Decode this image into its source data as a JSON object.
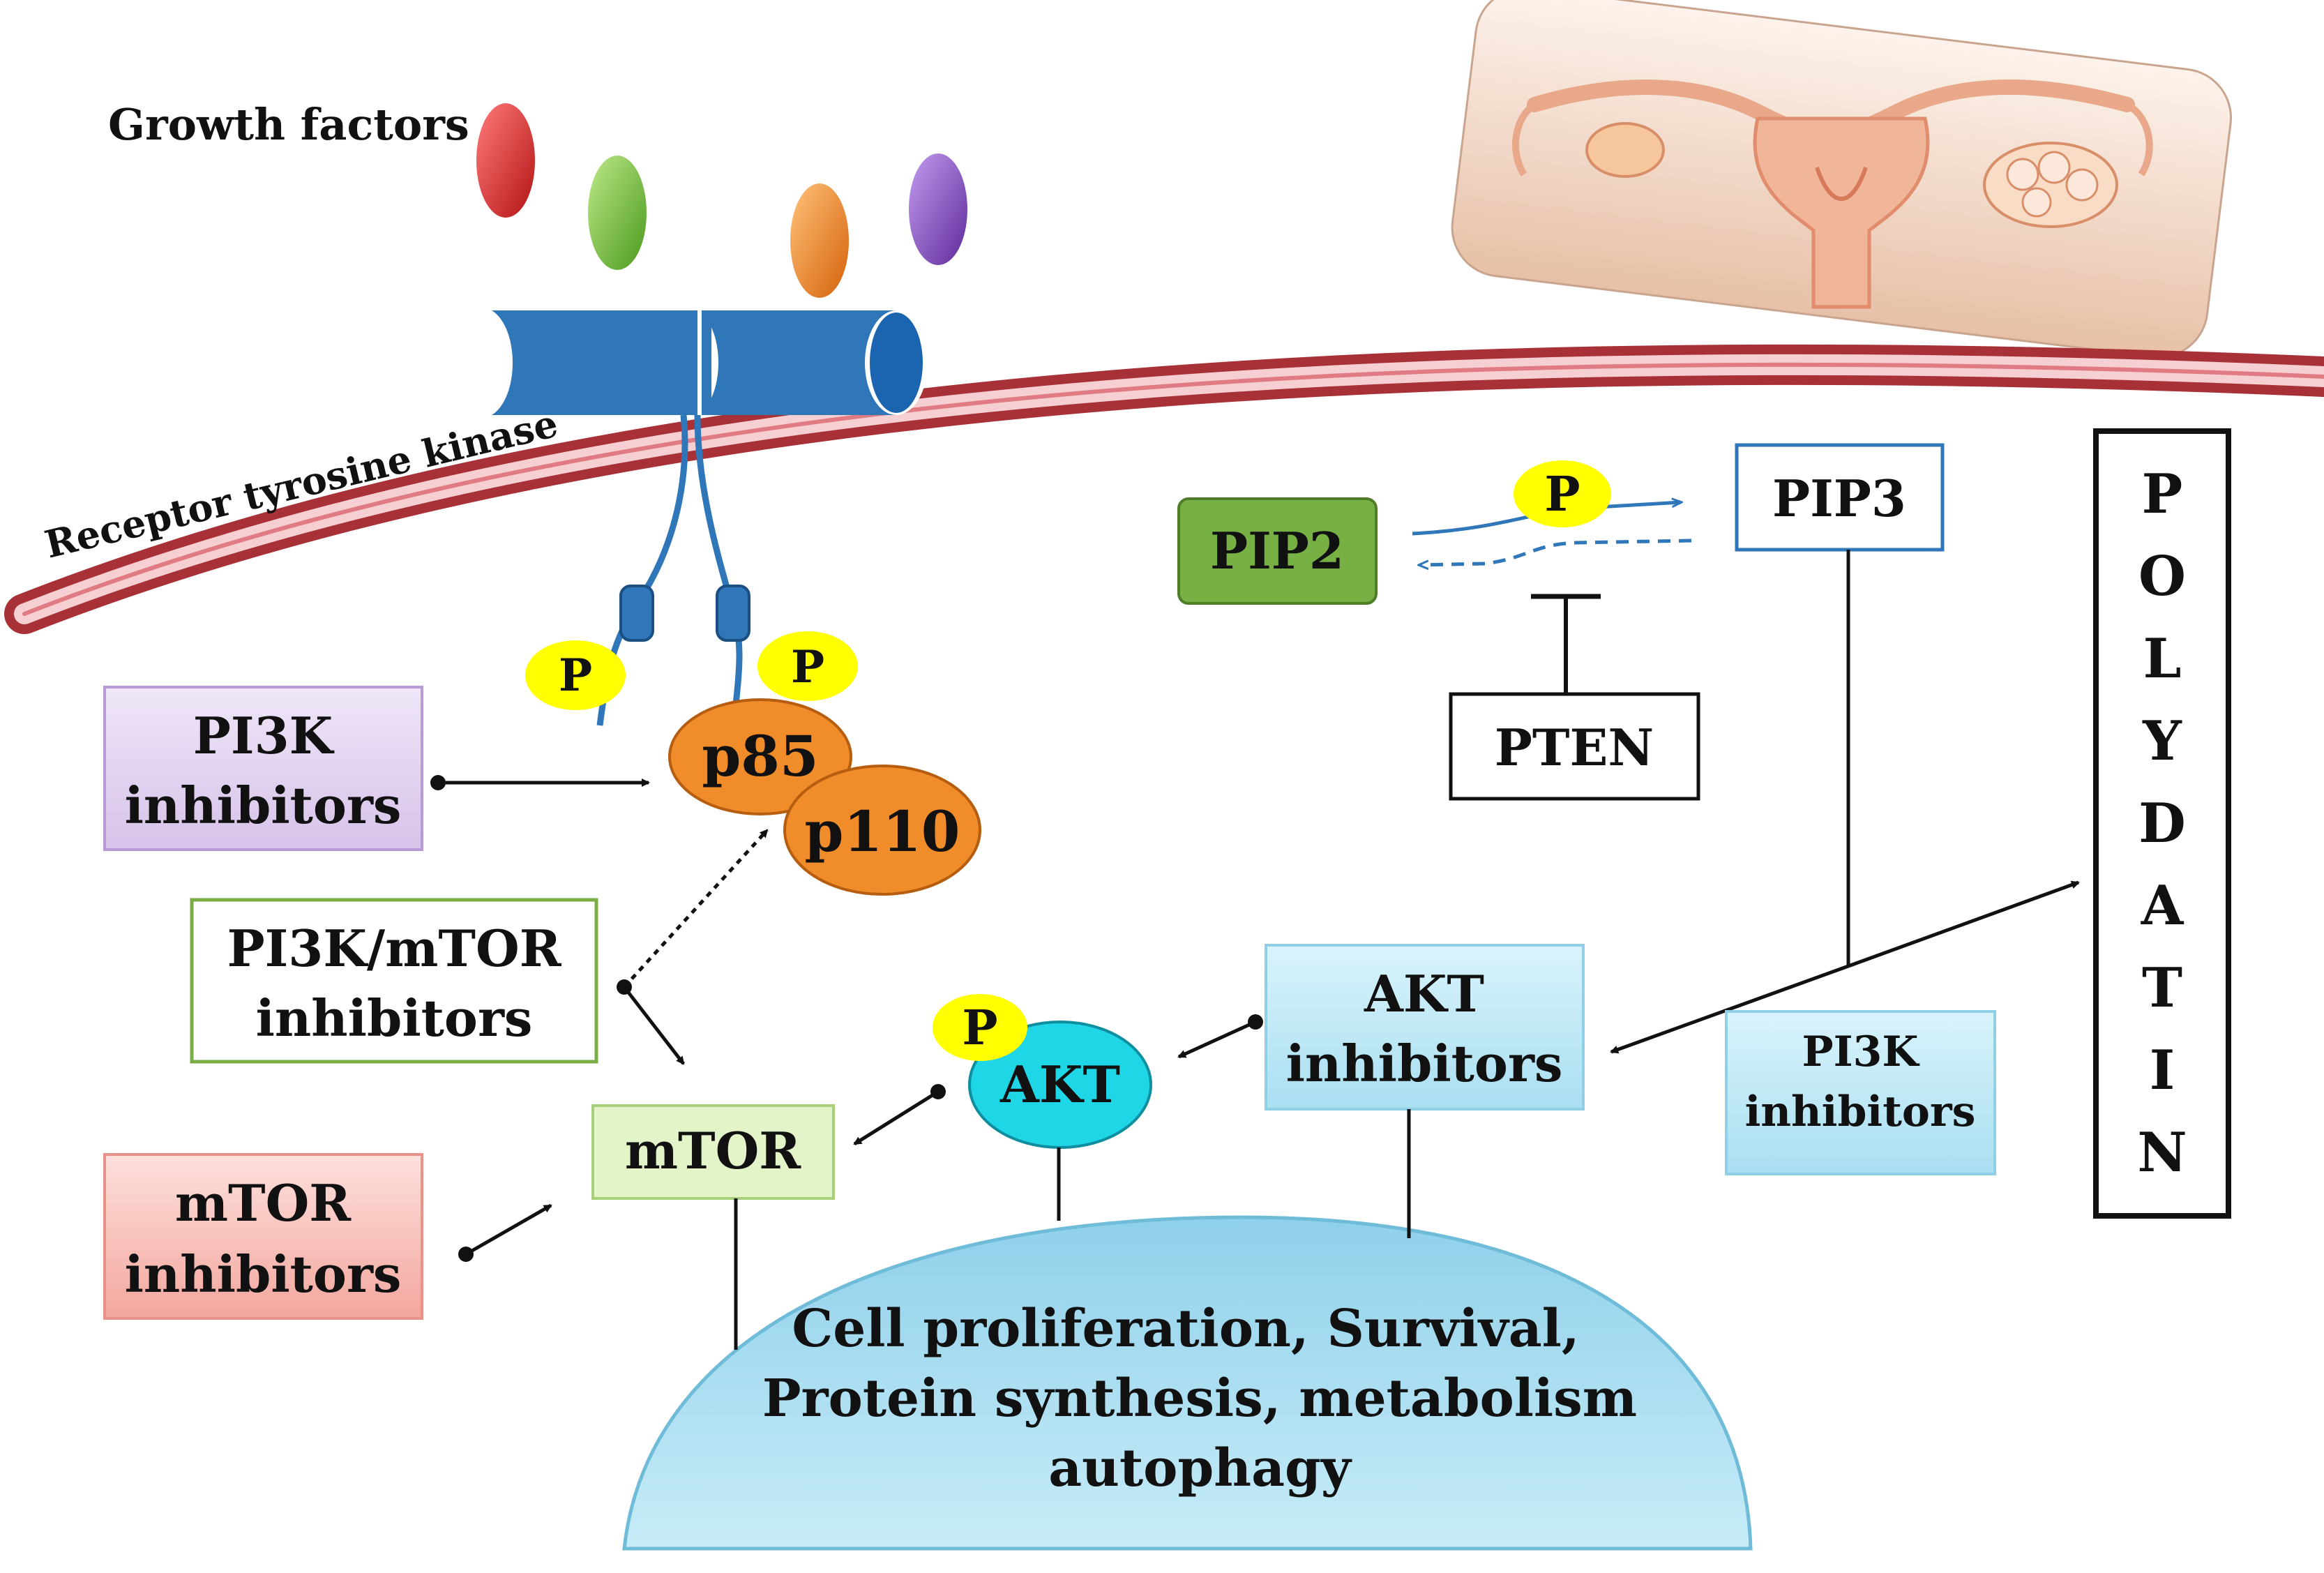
{
  "labels": {
    "growth_factors": "Growth factors",
    "receptor": "Receptor tyrosine kinase",
    "p_symbol": "P",
    "p85": "p85",
    "p110": "p110",
    "pi3k_inhibitors_left": [
      "PI3K",
      "inhibitors"
    ],
    "pi3k_mtor_inhibitors": [
      "PI3K/mTOR",
      "inhibitors"
    ],
    "mtor": "mTOR",
    "mtor_inhibitors": [
      "mTOR",
      "inhibitors"
    ],
    "akt": "AKT",
    "akt_inhibitors": [
      "AKT",
      "inhibitors"
    ],
    "pip2": "PIP2",
    "pip3": "PIP3",
    "pten": "PTEN",
    "pi3k_inhibitors_right": [
      "PI3K",
      "inhibitors"
    ],
    "polydatin": [
      "P",
      "O",
      "L",
      "Y",
      "D",
      "A",
      "T",
      "I",
      "N"
    ],
    "outcome": [
      "Cell proliferation, Survival,",
      "Protein synthesis, metabolism",
      "autophagy"
    ]
  },
  "icons": [
    "uterus-ovaries-illustration",
    "growth-factor-ovals",
    "receptor-cylinder"
  ],
  "colors": {
    "membrane": "#c0444b",
    "receptor": "#2f77b8",
    "p_badge": "#ffff00",
    "p85_p110": "#f08c2a",
    "pi3k_box": "#e3d3f0",
    "mtor_box": "#e2f4c8",
    "mtor_inhib_box": "#f8c4bc",
    "pip2_box": "#77b043",
    "akt_circle": "#1fd6e6",
    "akt_inhib_box": "#bfeaf6",
    "dome": "#a8dcef",
    "growth_factor_red": "#e23a3a",
    "growth_factor_green": "#7fc33f",
    "growth_factor_orange": "#f68a22",
    "growth_factor_purple": "#8c4cc2"
  }
}
